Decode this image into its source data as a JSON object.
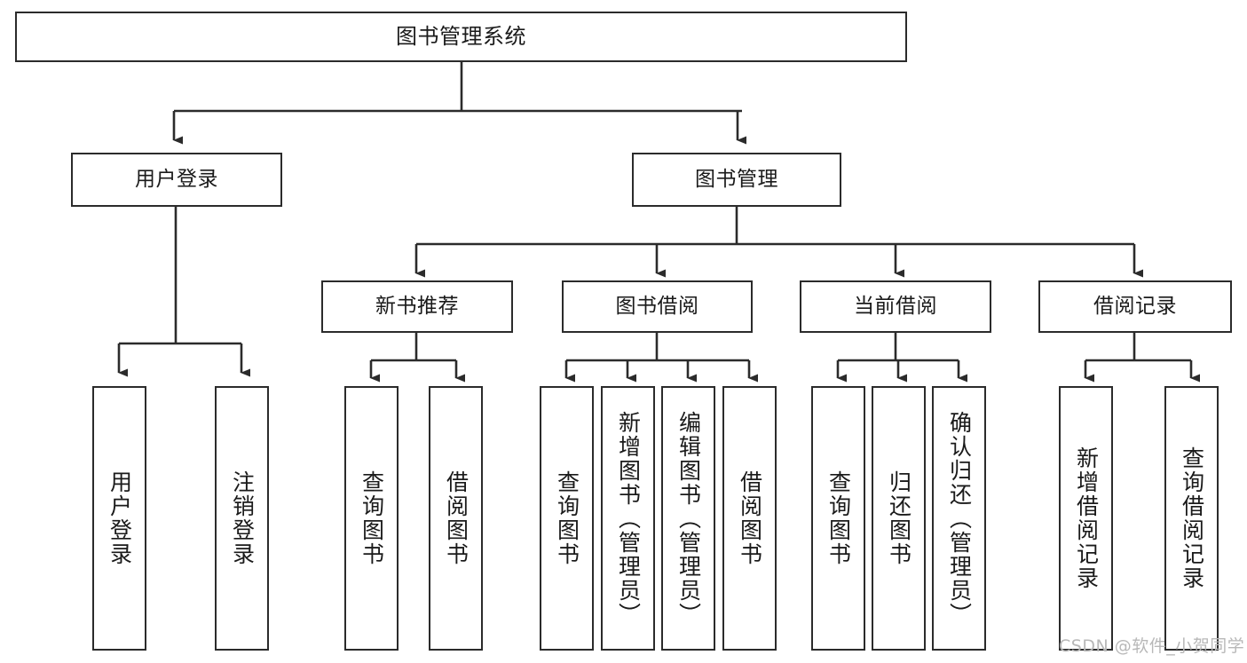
{
  "diagram": {
    "title": "图书管理系统",
    "type": "tree-hierarchy",
    "colors": {
      "stroke": "#2b2b2b",
      "fill": "#ffffff",
      "text": "#1a1a1a",
      "watermark": "#b8b8b8"
    },
    "watermark": "CSDN @软件_小贺同学",
    "nodes": {
      "root": {
        "label": "图书管理系统"
      },
      "level2": [
        {
          "label": "用户登录"
        },
        {
          "label": "图书管理"
        }
      ],
      "level3": [
        {
          "label": "新书推荐"
        },
        {
          "label": "图书借阅"
        },
        {
          "label": "当前借阅"
        },
        {
          "label": "借阅记录"
        }
      ],
      "leaves": {
        "user_login": [
          {
            "label": "用户登录"
          },
          {
            "label": "注销登录"
          }
        ],
        "new_book_recommend": [
          {
            "label": "查询图书"
          },
          {
            "label": "借阅图书"
          }
        ],
        "book_borrow": [
          {
            "label": "查询图书"
          },
          {
            "label": "新增图书（管理员）"
          },
          {
            "label": "编辑图书（管理员）"
          },
          {
            "label": "借阅图书"
          }
        ],
        "current_borrow": [
          {
            "label": "查询图书"
          },
          {
            "label": "归还图书"
          },
          {
            "label": "确认归还（管理员）"
          }
        ],
        "borrow_record": [
          {
            "label": "新增借阅记录"
          },
          {
            "label": "查询借阅记录"
          }
        ]
      }
    }
  }
}
